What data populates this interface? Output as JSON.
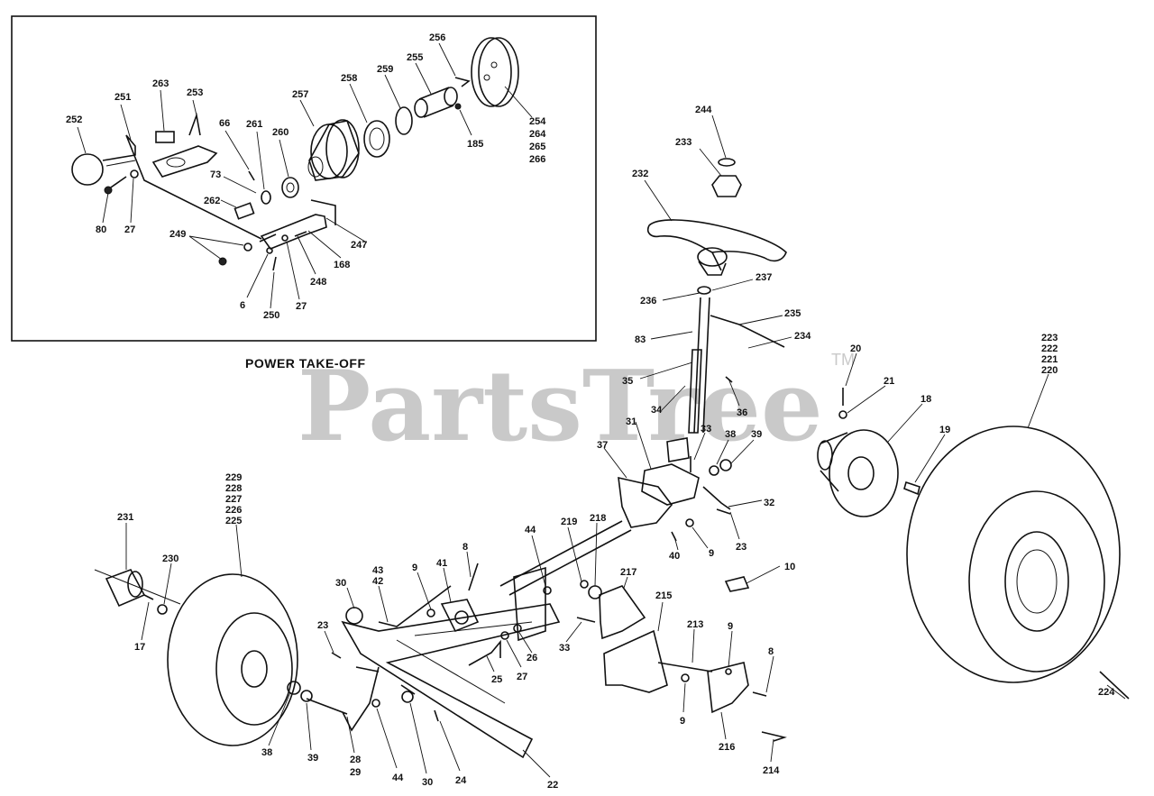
{
  "title": "POWER TAKE-OFF",
  "watermark": "PartsTree",
  "trademark": "TM",
  "inset_labels": [
    "252",
    "251",
    "263",
    "253",
    "80",
    "27",
    "66",
    "261",
    "260",
    "73",
    "262",
    "249",
    "6",
    "250",
    "27",
    "248",
    "168",
    "247",
    "257",
    "258",
    "259",
    "255",
    "256",
    "185",
    "254",
    "264",
    "265",
    "266"
  ],
  "main_labels": [
    "244",
    "233",
    "232",
    "237",
    "236",
    "235",
    "83",
    "234",
    "35",
    "36",
    "34",
    "31",
    "33",
    "38",
    "39",
    "37",
    "32",
    "23",
    "9",
    "40",
    "20",
    "21",
    "18",
    "19",
    "223",
    "222",
    "221",
    "220",
    "224",
    "229",
    "228",
    "227",
    "226",
    "225",
    "231",
    "230",
    "17",
    "30",
    "43",
    "42",
    "9",
    "41",
    "8",
    "44",
    "219",
    "218",
    "10",
    "23",
    "26",
    "27",
    "25",
    "217",
    "33",
    "215",
    "213",
    "9",
    "8",
    "38",
    "39",
    "28",
    "29",
    "44",
    "30",
    "24",
    "22",
    "9",
    "216",
    "214"
  ],
  "colors": {
    "line": "#111111",
    "watermark": "#c9c9c9",
    "background": "#ffffff"
  }
}
